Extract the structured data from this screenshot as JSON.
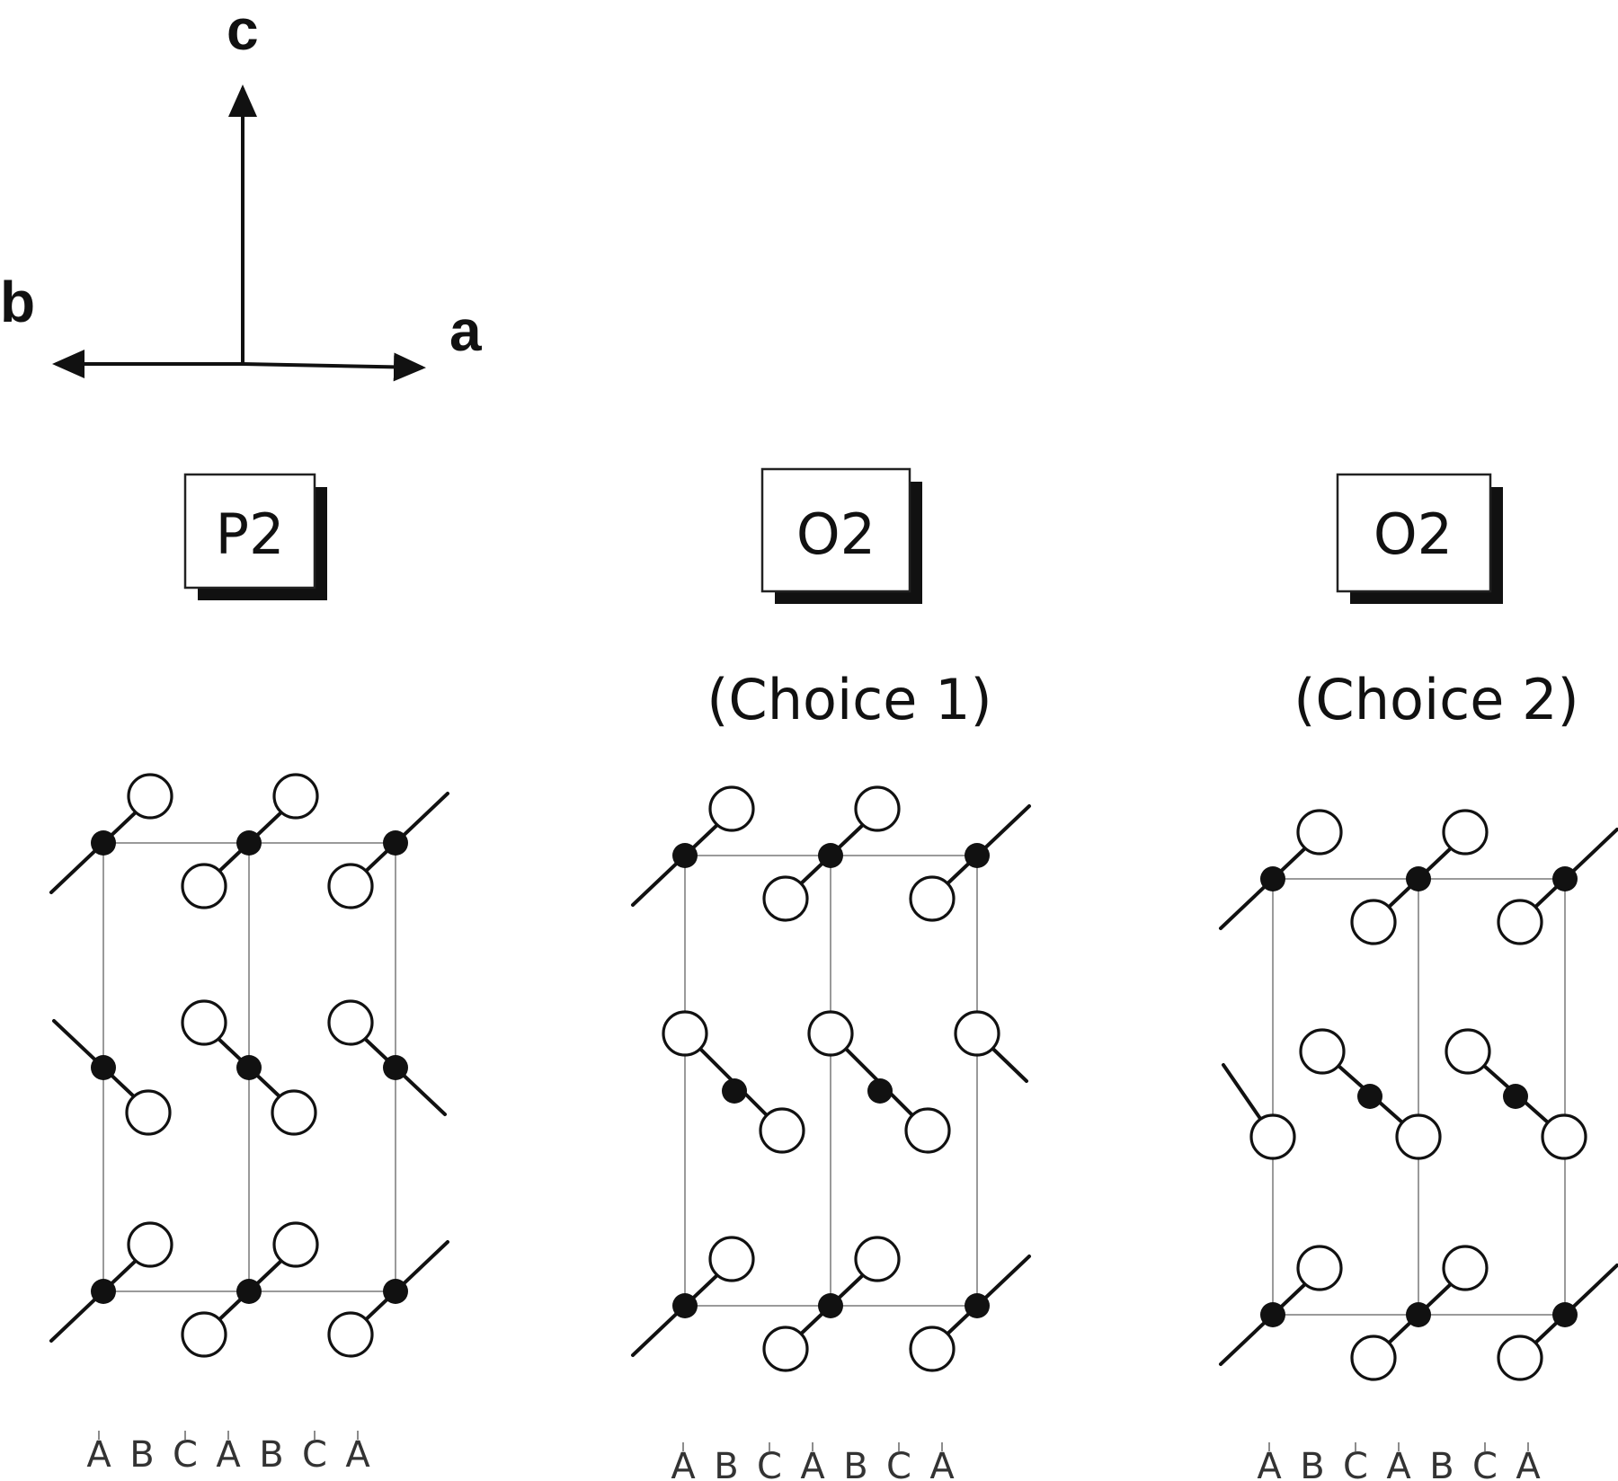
{
  "axes": {
    "c": "c",
    "b": "b",
    "a": "a"
  },
  "panels": [
    {
      "id": "p2",
      "title": "P2",
      "subtitle": "",
      "stacking": [
        "A",
        "B",
        "C",
        "A",
        "B",
        "C",
        "A"
      ]
    },
    {
      "id": "o2-choice1",
      "title": "O2",
      "subtitle": "(Choice 1)",
      "stacking": [
        "A",
        "B",
        "C",
        "A",
        "B",
        "C",
        "A"
      ]
    },
    {
      "id": "o2-choice2",
      "title": "O2",
      "subtitle": "(Choice 2)",
      "stacking": [
        "A",
        "B",
        "C",
        "A",
        "B",
        "C",
        "A"
      ]
    }
  ],
  "legend": {
    "filled_atom": "black-circle",
    "open_atom": "open-circle"
  }
}
